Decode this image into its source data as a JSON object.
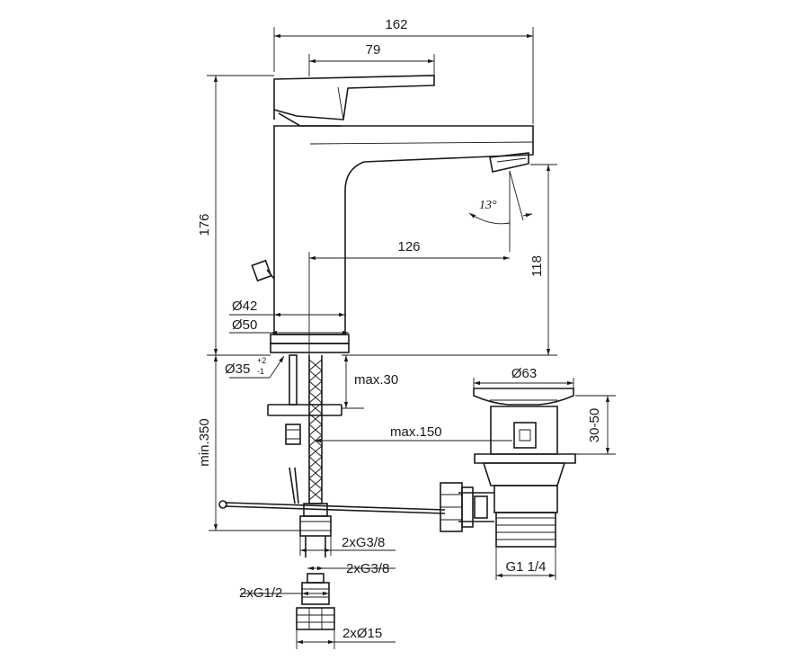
{
  "labels": {
    "overall_width": "162",
    "handle_length": "79",
    "total_height": "176",
    "spout_reach": "126",
    "spout_height": "118",
    "spout_angle": "13°",
    "body_dia_42": "Ø42",
    "body_dia_50": "Ø50",
    "hole_dia": "Ø35",
    "hole_tol_plus": "+2",
    "hole_tol_minus": "-1",
    "max_thickness": "max.30",
    "max_reach": "max.150",
    "min_hose": "min.350",
    "waste_dia": "Ø63",
    "waste_range": "30-50",
    "waste_thread": "G1 1/4",
    "hose_thread_1": "2xG3/8",
    "hose_thread_2": "2xG3/8",
    "valve_thread": "2xG1/2",
    "valve_pipe": "2xØ15"
  }
}
